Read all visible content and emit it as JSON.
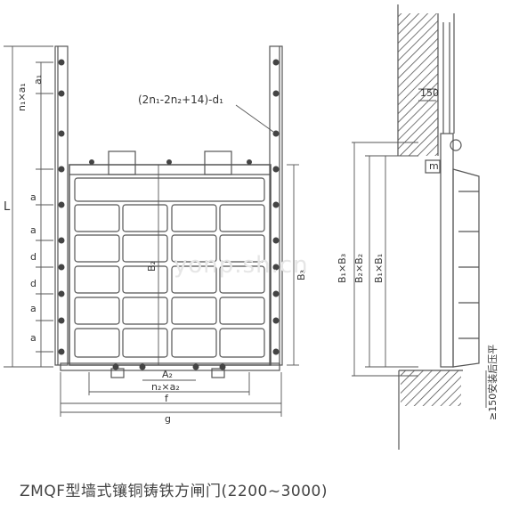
{
  "caption": "ZMQF型墙式镶铜铸铁方闸门(2200~3000)",
  "watermark": "yonp.sh.cn",
  "front_view": {
    "bolt_note": "(2n₁-2n₂+14)-d₁",
    "dim_L": "L",
    "dim_n1a1": "n₁×a₁",
    "dim_a1": "a₁",
    "dim_a": "a",
    "dim_d": "d",
    "dim_B2": "B₂",
    "dim_B3": "B₃",
    "dim_A2": "A₂",
    "dim_n2a2": "n₂×a₂",
    "dim_f": "f",
    "dim_g": "g"
  },
  "side_view": {
    "dim_150_top": "150",
    "dim_m": "m",
    "dim_B1B3": "B₁×B₃",
    "dim_B2B2": "B₂×B₂",
    "dim_B1B1": "B₁×B₁",
    "dim_150_bottom": "≥150安装后压平"
  }
}
